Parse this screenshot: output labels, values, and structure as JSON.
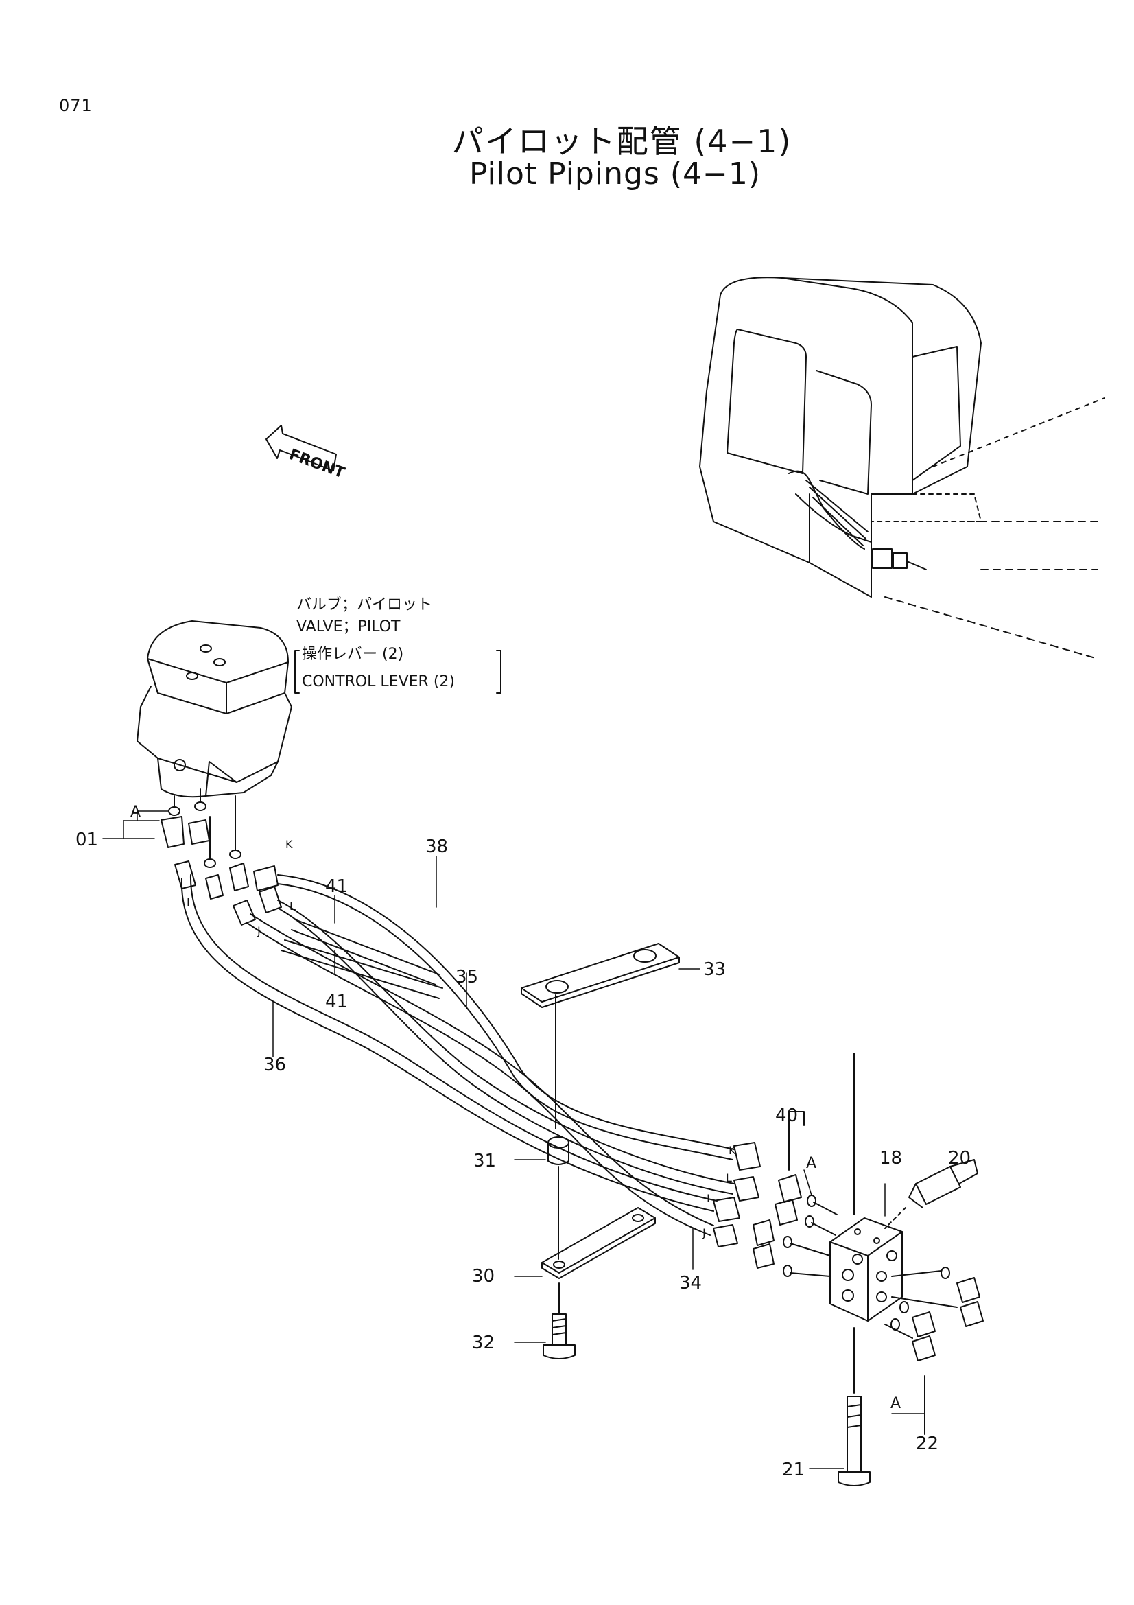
{
  "header": {
    "page_number": "071",
    "title_jp": "パイロット配管 (4−1)",
    "title_en": "Pilot Pipings (4−1)"
  },
  "annotations": {
    "front": "FRONT",
    "valve_jp": "バルブ；パイロット",
    "valve_en": "VALVE；PILOT",
    "lever_jp": "操作レバー (2)",
    "lever_en": "CONTROL LEVER (2)"
  },
  "callouts": {
    "c01": "01",
    "c18": "18",
    "c20": "20",
    "c21": "21",
    "c22": "22",
    "c30": "30",
    "c31": "31",
    "c32": "32",
    "c33": "33",
    "c34": "34",
    "c35": "35",
    "c36": "36",
    "c38": "38",
    "c40": "40",
    "c41a": "41",
    "c41b": "41"
  },
  "letters": {
    "a1": "A",
    "a2": "A",
    "a3": "A",
    "k1": "K",
    "k2": "K",
    "l1": "L",
    "l2": "L",
    "i1": "I",
    "i2": "I",
    "j1": "J",
    "j2": "J"
  }
}
